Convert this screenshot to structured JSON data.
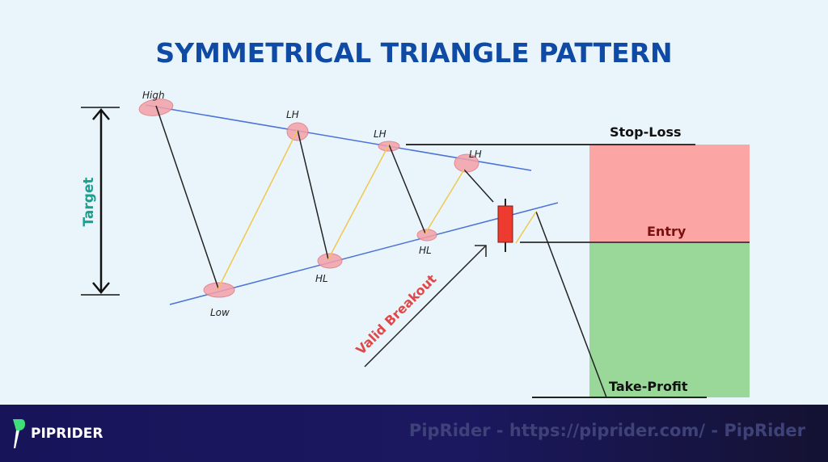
{
  "title": "SYMMETRICAL TRIANGLE PATTERN",
  "labels": {
    "high": "High",
    "low": "Low",
    "lh1": "LH",
    "lh2": "LH",
    "lh3": "LH",
    "hl1": "HL",
    "hl2": "HL",
    "target": "Target",
    "valid_breakout": "Valid Breakout",
    "stop_loss": "Stop-Loss",
    "entry": "Entry",
    "take_profit": "Take-Profit"
  },
  "colors": {
    "title": "#0f4aa5",
    "trendline": "#4a72d8",
    "down_leg": "#222222",
    "up_leg": "#f0c850",
    "pivot": "#f4a0a8",
    "candle": "#ee3b2f",
    "stop_zone": "#fca5a5",
    "profit_zone": "#9ad89a",
    "target_text": "#1aa090",
    "breakout_text": "#e04848",
    "entry_text": "#7a1010"
  },
  "footer": {
    "brand": "PIPRIDER",
    "url_text": "PipRider - https://piprider.com/ - PipRider"
  }
}
